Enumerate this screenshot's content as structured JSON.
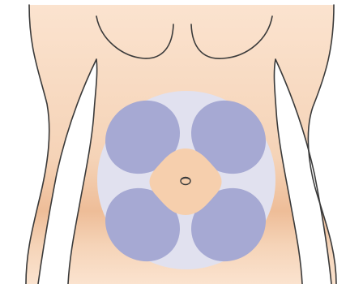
{
  "figure": {
    "subject": "abdomen-front-view",
    "regions": [
      {
        "id": "upper-left-quadrant",
        "highlighted": true
      },
      {
        "id": "upper-right-quadrant",
        "highlighted": true
      },
      {
        "id": "lower-left-quadrant",
        "highlighted": true
      },
      {
        "id": "lower-right-quadrant",
        "highlighted": true
      },
      {
        "id": "periumbilical-area",
        "highlighted": false
      }
    ],
    "colors": {
      "background": "#ffffff",
      "skin_light": "#fbe3cf",
      "skin_mid": "#f5d3b7",
      "skin_band": "#eebd98",
      "outline": "#3a3a3a",
      "ring": "#e1e1ef",
      "zone": "#a6a9d3",
      "center_patch": "#f6cfad"
    }
  }
}
